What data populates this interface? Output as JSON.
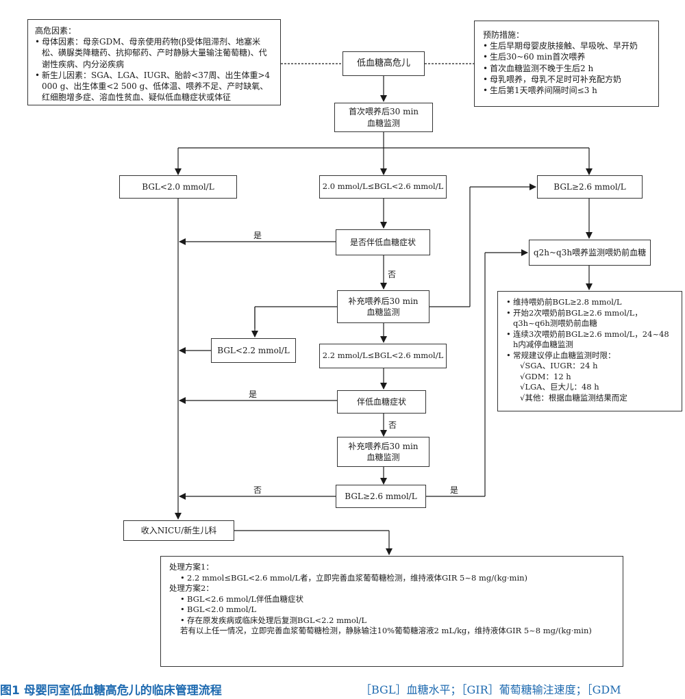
{
  "risk": {
    "title": "高危因素：",
    "items": [
      "母体因素：母亲GDM、母亲使用药物(β受体阻滞剂、地塞米松、磺脲类降糖药、抗抑郁药、产时静脉大量输注葡萄糖)、代谢性疾病、内分泌疾病",
      "新生儿因素：SGA、LGA、IUGR、胎龄<37周、出生体重>4 000 g、出生体重<2 500 g、低体温、喂养不足、产时缺氧、红细胞增多症、溶血性贫血、疑似低血糖症状或体征"
    ]
  },
  "prevention": {
    "title": "预防措施：",
    "items": [
      "生后早期母婴皮肤接触、早吸吮、早开奶",
      "生后30~60 min首次喂养",
      "首次血糖监测不晚于生后2 h",
      "母乳喂养，母乳不足时可补充配方奶",
      "生后第1天喂养间隔时间≤3 h"
    ]
  },
  "nodes": {
    "high_risk": "低血糖高危儿",
    "first_check_l1": "首次喂养后30 min",
    "first_check_l2": "血糖监测",
    "bgl_lt20": "BGL<2.0 mmol/L",
    "bgl_mid": "2.0 mmol/L≤BGL<2.6 mmol/L",
    "bgl_ge26_top": "BGL≥2.6 mmol/L",
    "symptom_q1": "是否伴低血糖症状",
    "monitor_q2h": "q2h~q3h喂养监测喂奶前血糖",
    "supp1_l1": "补充喂养后30 min",
    "supp1_l2": "血糖监测",
    "bgl_lt22": "BGL<2.2 mmol/L",
    "bgl_mid2": "2.2 mmol/L≤BGL<2.6 mmol/L",
    "symptom_q2": "伴低血糖症状",
    "supp2_l1": "补充喂养后30 min",
    "supp2_l2": "血糖监测",
    "bgl_ge26_bottom": "BGL≥2.6 mmol/L",
    "nicu": "收入NICU/新生儿科"
  },
  "maintain": {
    "items": [
      "维持喂奶前BGL≥2.8 mmol/L",
      "开始2次喂奶前BGL≥2.6 mmol/L，q3h~q6h测喂奶前血糖",
      "连续3次喂奶前BGL≥2.6 mmol/L，24~48 h内减停血糖监测",
      "常规建议停止血糖监测时限："
    ],
    "checks": [
      "√SGA、IUGR：24 h",
      "√GDM：12 h",
      "√LGA、巨大儿：48 h",
      "√其他：根据血糖监测结果而定"
    ]
  },
  "labels": {
    "yes1": "是",
    "no1": "否",
    "yes2": "是",
    "no2": "否",
    "no3": "否",
    "yes3": "是"
  },
  "treatment": {
    "plan1_title": "处理方案1：",
    "plan1_item": "2.2 mmol≤BGL<2.6 mmol/L者，立即完善血浆葡萄糖检测，维持液体GIR 5~8 mg/(kg·min)",
    "plan2_title": "处理方案2：",
    "plan2_items": [
      "BGL<2.6 mmol/L伴低血糖症状",
      "BGL<2.0 mmol/L",
      "存在原发疾病或临床处理后复测BGL<2.2 mmol/L"
    ],
    "plan2_footer": "若有以上任一情况，立即完善血浆葡萄糖检测，静脉输注10%葡萄糖溶液2 mL/kg，维持液体GIR 5~8 mg/(kg·min)"
  },
  "caption": {
    "main": "图1  母婴同室低血糖高危儿的临床管理流程",
    "abbr": "［BGL］血糖水平；［GIR］葡萄糖输注速度；［GDM"
  }
}
